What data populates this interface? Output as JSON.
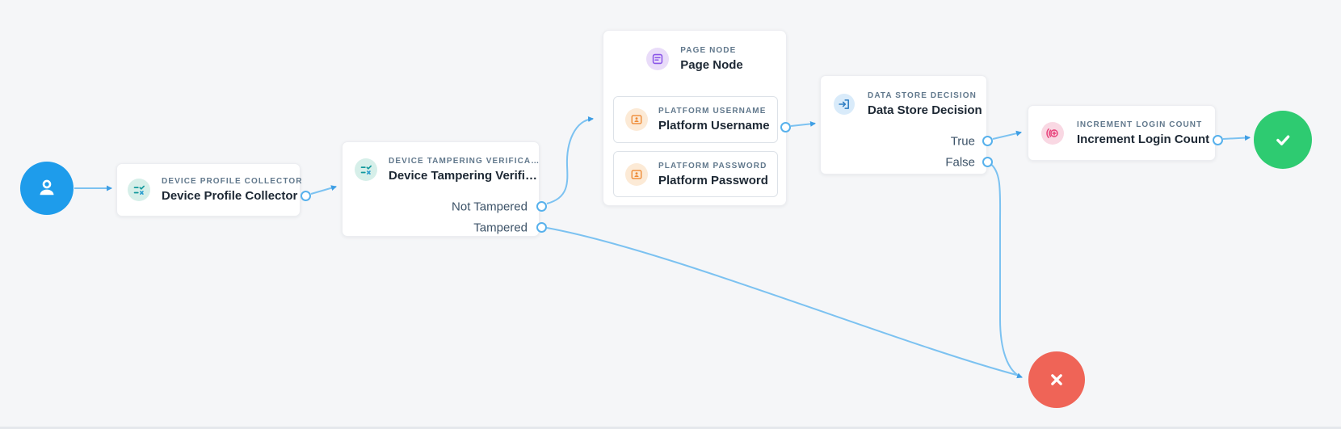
{
  "colors": {
    "canvas_bg": "#f5f6f8",
    "edge": "#7cc2f1",
    "arrowhead": "#3f9ee4",
    "port_ring": "#57b1ec",
    "start_node": "#1e9ceb",
    "success_node": "#2ecb71",
    "failure_node": "#ef6457",
    "node_title": "#1d2834",
    "node_type_label": "#61788c",
    "output_label": "#3d5368"
  },
  "nodes": {
    "start": {
      "icon": "person-icon"
    },
    "device_profile_collector": {
      "type_label": "DEVICE PROFILE COLLECTOR",
      "title": "Device Profile Collector",
      "icon": "checklist-icon"
    },
    "device_tampering_verification": {
      "type_label": "DEVICE TAMPERING VERIFICA…",
      "title": "Device Tampering Verifi…",
      "icon": "checklist-icon",
      "outputs": {
        "not_tampered": "Not Tampered",
        "tampered": "Tampered"
      }
    },
    "page_node": {
      "type_label": "PAGE NODE",
      "title": "Page Node",
      "icon": "page-icon",
      "children": {
        "platform_username": {
          "type_label": "PLATFORM USERNAME",
          "title": "Platform Username",
          "icon": "id-card-icon"
        },
        "platform_password": {
          "type_label": "PLATFORM PASSWORD",
          "title": "Platform Password",
          "icon": "id-card-icon"
        }
      }
    },
    "data_store_decision": {
      "type_label": "DATA STORE DECISION",
      "title": "Data Store Decision",
      "icon": "login-icon",
      "outputs": {
        "true": "True",
        "false": "False"
      }
    },
    "increment_login_count": {
      "type_label": "INCREMENT LOGIN COUNT",
      "title": "Increment Login Count",
      "icon": "increment-icon"
    },
    "success": {
      "icon": "check-icon"
    },
    "failure": {
      "icon": "x-icon"
    }
  }
}
